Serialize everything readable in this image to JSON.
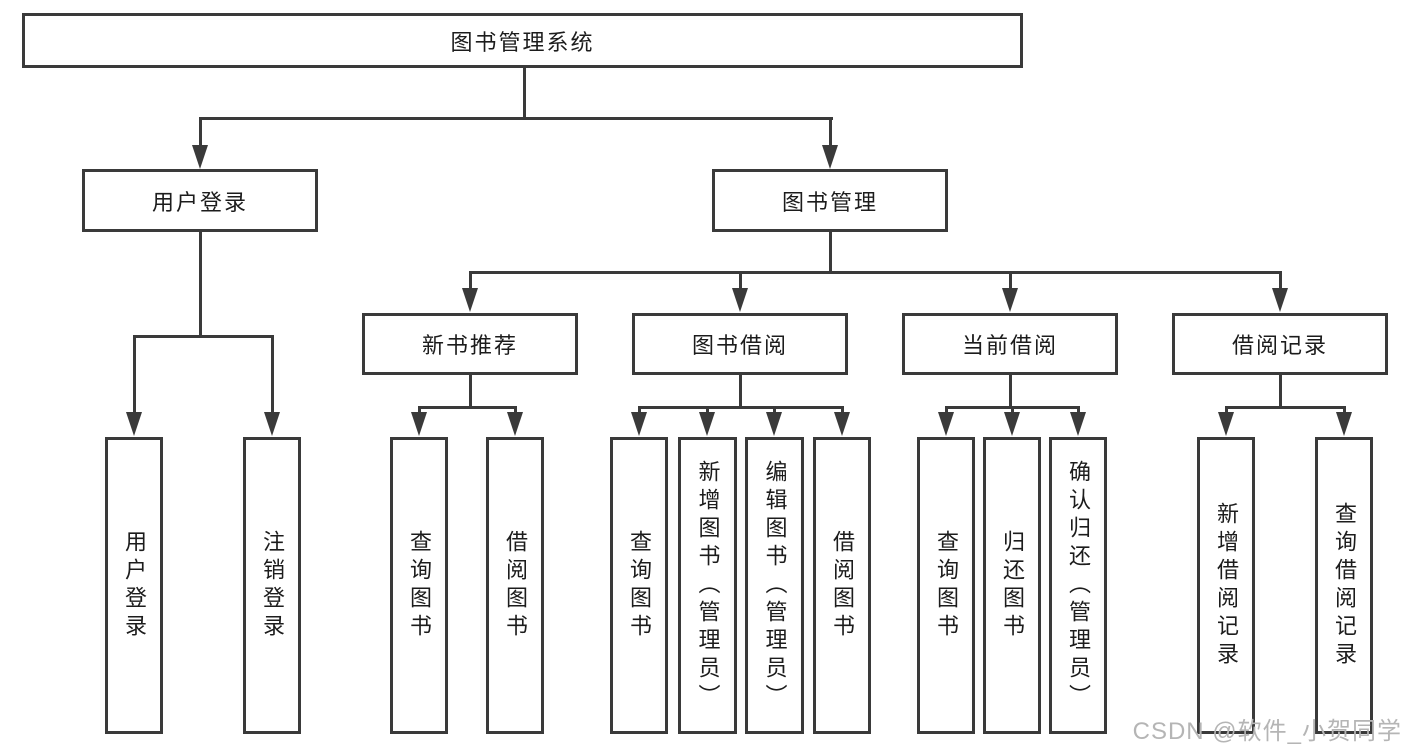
{
  "diagram": {
    "root": "图书管理系统",
    "level2": [
      "用户登录",
      "图书管理"
    ],
    "level3": [
      "新书推荐",
      "图书借阅",
      "当前借阅",
      "借阅记录"
    ],
    "leaves": {
      "user_login": [
        "用户登录",
        "注销登录"
      ],
      "new_books": [
        "查询图书",
        "借阅图书"
      ],
      "borrowing": [
        "查询图书",
        "新增图书（管理员）",
        "编辑图书（管理员）",
        "借阅图书"
      ],
      "current": [
        "查询图书",
        "归还图书",
        "确认归还（管理员）"
      ],
      "records": [
        "新增借阅记录",
        "查询借阅记录"
      ]
    }
  },
  "watermark": "CSDN @软件_小贺同学",
  "colors": {
    "line": "#3a3a3a",
    "text": "#1c1c1c",
    "watermark": "#b5b5b5",
    "background": "#ffffff"
  }
}
